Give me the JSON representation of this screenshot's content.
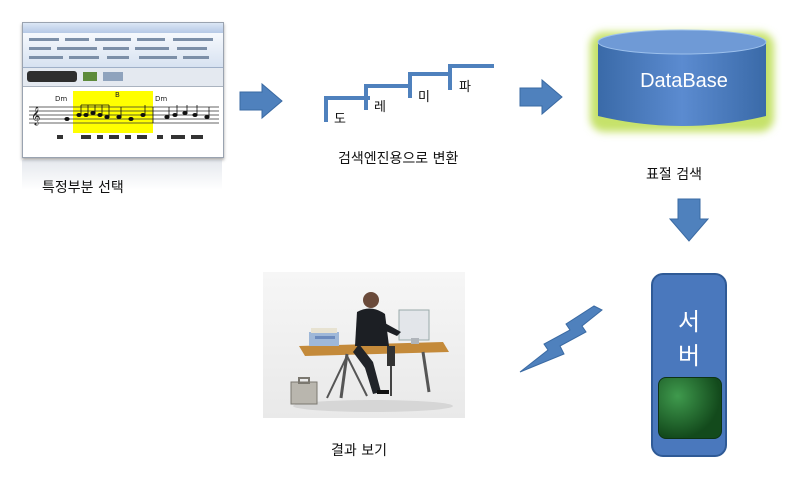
{
  "labels": {
    "select_part": "특정부분 선택",
    "convert": "검색엔진용으로 변환",
    "pitch_search": "표절 검색",
    "view_result": "결과 보기"
  },
  "stairs": [
    "도",
    "레",
    "미",
    "파"
  ],
  "database": {
    "label": "DataBase"
  },
  "server": {
    "line1": "서",
    "line2": "버"
  },
  "colors": {
    "arrow": "#4f81bd",
    "db_glow": "#c6e26a",
    "server": "#4a78bd"
  }
}
